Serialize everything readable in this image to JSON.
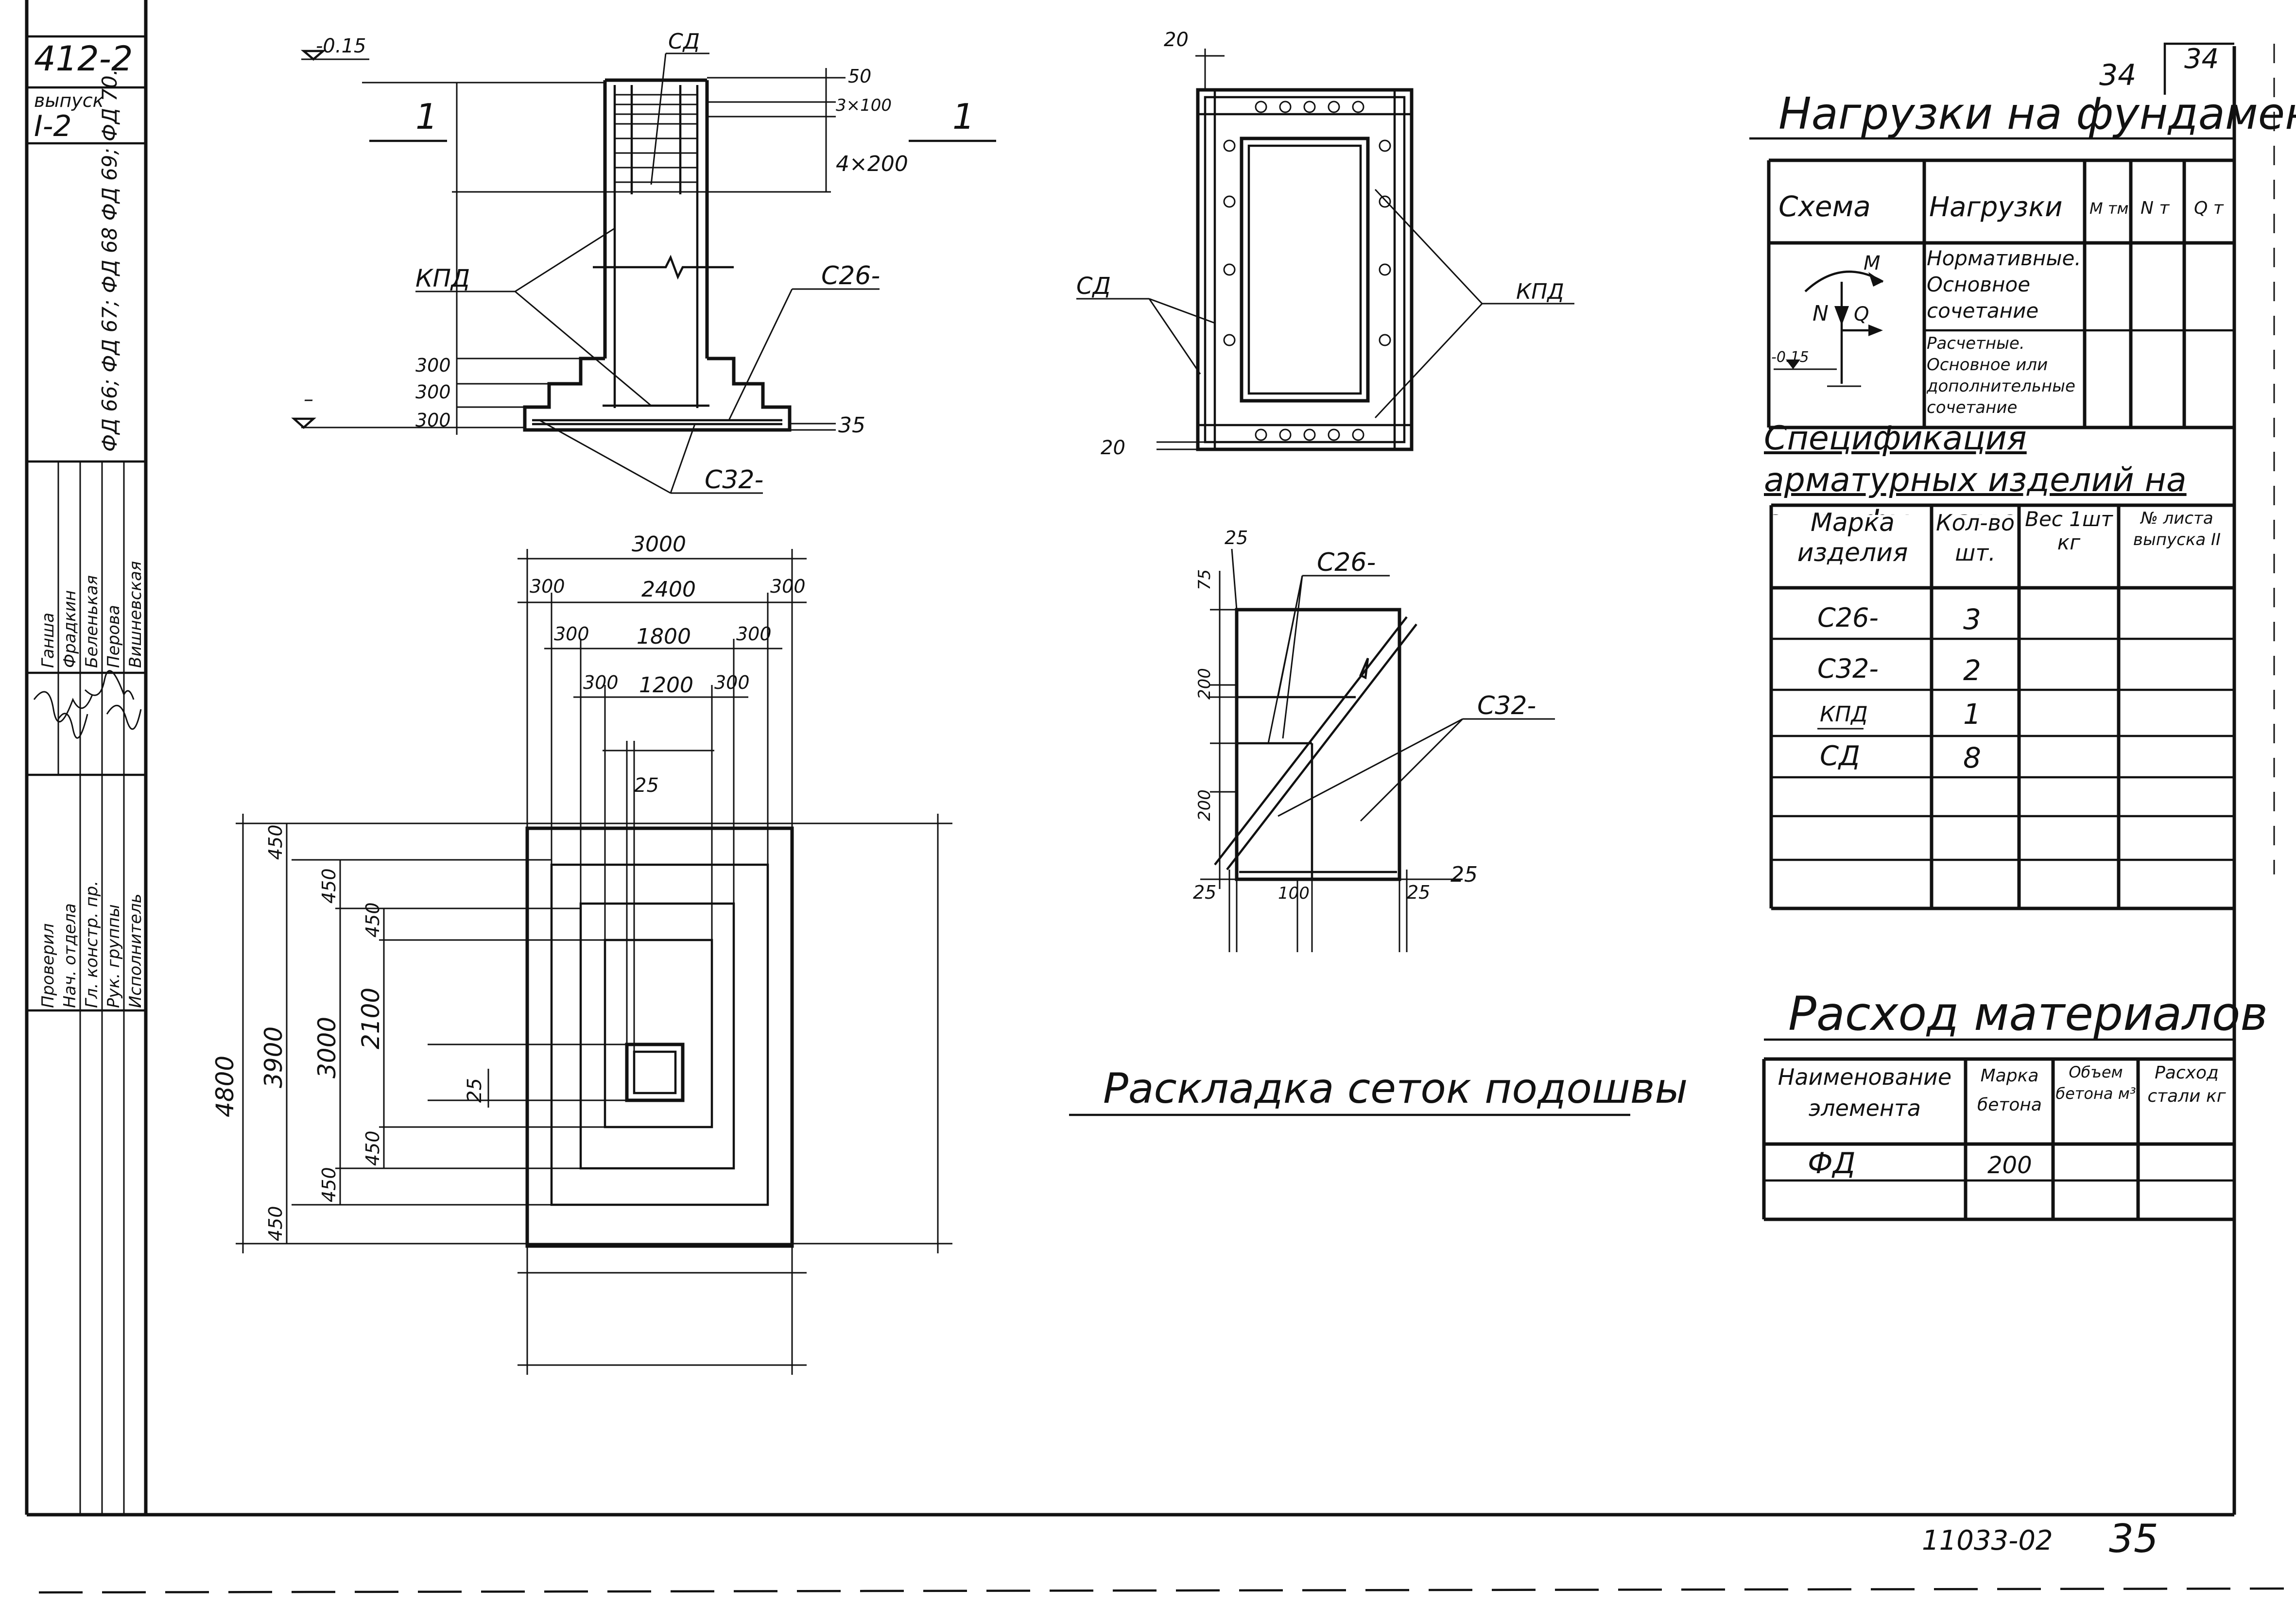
{
  "stamp": {
    "series": "412-2",
    "issue_label": "выпуск",
    "issue": "I-2",
    "marks": "ФД 66; ФД 67; ФД 68 ФД 69; ФД 70.",
    "roles": [
      "Нач. отдела",
      "Гл. констр. пр.",
      "Рук. группы",
      "Исполнитель",
      "Проверил"
    ],
    "names": [
      "Ганша",
      "Фрадкин",
      "Беленькая",
      "Перова",
      "Вишневская"
    ]
  },
  "sheet": {
    "number_top": "34",
    "number_top_box": "34",
    "code": "11033-02",
    "page": "35"
  },
  "section": {
    "label_left": "1",
    "label_right": "1",
    "elev_top": "-0.15",
    "dims_top": [
      "50",
      "3×100",
      "4×200"
    ],
    "steps": [
      "300",
      "300",
      "300"
    ],
    "dim_bottom": "35",
    "callouts": [
      "СД",
      "КПД",
      "С26-",
      "С32-"
    ]
  },
  "plan": {
    "dims_horizontal": [
      "3000",
      "300",
      "2400",
      "300",
      "300",
      "1800",
      "300",
      "300",
      "1200",
      "300",
      "25"
    ],
    "dims_vertical": [
      "4800",
      "3900",
      "3000",
      "2100",
      "450",
      "450",
      "450",
      "450",
      "450",
      "450",
      "25"
    ]
  },
  "column_plan": {
    "dims": [
      "20",
      "20"
    ],
    "callouts": [
      "СД",
      "КПД"
    ]
  },
  "mesh_layout": {
    "title": "Раскладка сеток подошвы",
    "dims": [
      "25",
      "75",
      "200",
      "200",
      "25",
      "100",
      "25",
      "25"
    ],
    "callouts": [
      "С26-",
      "С32-"
    ]
  },
  "loads": {
    "title": "Нагрузки на фундамент",
    "headers": [
      "Схема",
      "Нагрузки",
      "М тм",
      "N т",
      "Q т"
    ],
    "rows": [
      "Нормативные. Основное сочетание",
      "Расчетные. Основное или дополнительные сочетание"
    ],
    "scheme_labels": [
      "M",
      "N",
      "Q",
      "-0.15"
    ]
  },
  "spec": {
    "title": "Спецификация арматурных изделий на один фундамент",
    "headers": [
      "Марка изделия",
      "Кол-во шт.",
      "Вес 1шт кг",
      "№ листа выпуска II"
    ],
    "rows": [
      {
        "mark": "С26-",
        "qty": "3"
      },
      {
        "mark": "С32-",
        "qty": "2"
      },
      {
        "mark": "КПД",
        "qty": "1"
      },
      {
        "mark": "СД",
        "qty": "8"
      }
    ]
  },
  "materials": {
    "title": "Расход материалов",
    "headers": [
      "Наименование элемента",
      "Марка бетона",
      "Объем бетона м³",
      "Расход стали кг"
    ],
    "rows": [
      {
        "name": "ФД",
        "grade": "200"
      }
    ]
  }
}
